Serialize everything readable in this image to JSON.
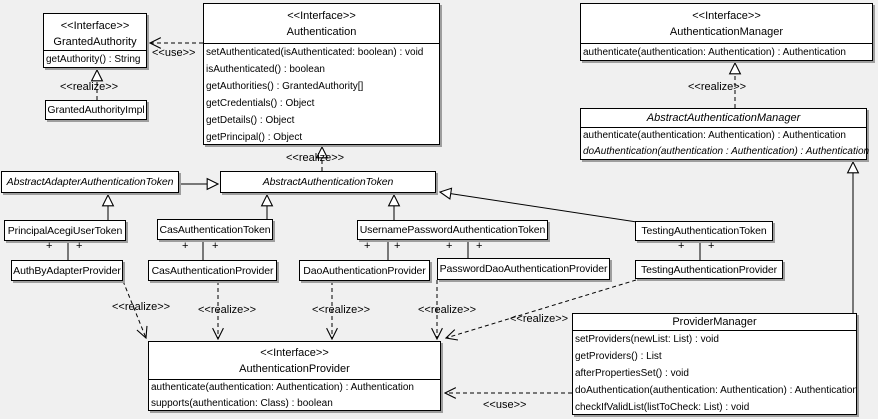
{
  "diagram": {
    "label_realize": "<<realize>>",
    "label_use": "<<use>>",
    "label_plus": "+"
  },
  "colors": {
    "background": "#f0f0f0",
    "box_fill": "#ffffff",
    "line": "#000000",
    "shadow": "#9e9e9e"
  },
  "classes": {
    "granted_authority": {
      "stereotype": "<<Interface>>",
      "name": "GrantedAuthority",
      "methods": [
        "getAuthority() : String"
      ]
    },
    "granted_authority_impl": {
      "name": "GrantedAuthorityImpl"
    },
    "authentication": {
      "stereotype": "<<Interface>>",
      "name": "Authentication",
      "methods": [
        "setAuthenticated(isAuthenticated: boolean) : void",
        "isAuthenticated() : boolean",
        "getAuthorities() : GrantedAuthority[]",
        "getCredentials() : Object",
        "getDetails() : Object",
        "getPrincipal() : Object"
      ]
    },
    "authentication_manager": {
      "stereotype": "<<Interface>>",
      "name": "AuthenticationManager",
      "methods": [
        "authenticate(authentication: Authentication) : Authentication"
      ]
    },
    "abstract_authentication_manager": {
      "name": "AbstractAuthenticationManager",
      "methods": [
        "authenticate(authentication: Authentication) : Authentication",
        "doAuthentication(authentication : Authentication) : Authentication"
      ]
    },
    "abstract_adapter_authentication_token": {
      "name": "AbstractAdapterAuthenticationToken"
    },
    "abstract_authentication_token": {
      "name": "AbstractAuthenticationToken"
    },
    "principal_acegi_user_token": {
      "name": "PrincipalAcegiUserToken"
    },
    "cas_authentication_token": {
      "name": "CasAuthenticationToken"
    },
    "username_password_authentication_token": {
      "name": "UsernamePasswordAuthenticationToken"
    },
    "testing_authentication_token": {
      "name": "TestingAuthenticationToken"
    },
    "auth_by_adapter_provider": {
      "name": "AuthByAdapterProvider"
    },
    "cas_authentication_provider": {
      "name": "CasAuthenticationProvider"
    },
    "dao_authentication_provider": {
      "name": "DaoAuthenticationProvider"
    },
    "password_dao_authentication_provider": {
      "name": "PasswordDaoAuthenticationProvider"
    },
    "testing_authentication_provider": {
      "name": "TestingAuthenticationProvider"
    },
    "authentication_provider": {
      "stereotype": "<<Interface>>",
      "name": "AuthenticationProvider",
      "methods": [
        "authenticate(authentication: Authentication) : Authentication",
        "supports(authentication: Class) : boolean"
      ]
    },
    "provider_manager": {
      "name": "ProviderManager",
      "methods": [
        "setProviders(newList: List) : void",
        "getProviders() : List",
        "afterPropertiesSet() : void",
        "doAuthentication(authentication: Authentication) : Authentication",
        "checkIfValidList(listToCheck: List) : void"
      ]
    }
  }
}
